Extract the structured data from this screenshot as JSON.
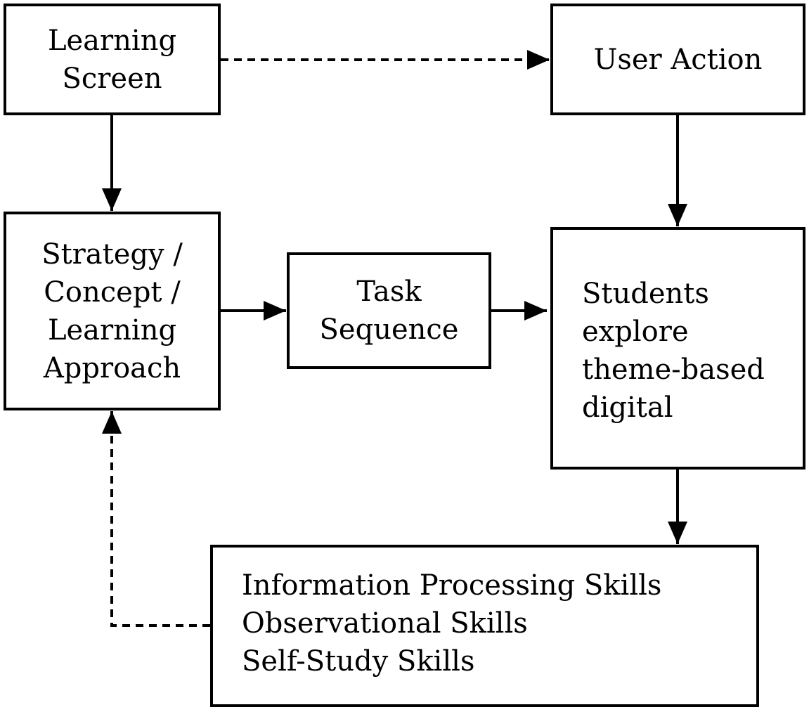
{
  "diagram": {
    "learning_screen": {
      "lines": [
        "Learning",
        "Screen"
      ]
    },
    "user_action": {
      "lines": [
        "User Action"
      ]
    },
    "strategy": {
      "lines": [
        "Strategy /",
        "Concept /",
        "Learning",
        "Approach"
      ]
    },
    "task_sequence": {
      "lines": [
        "Task",
        "Sequence"
      ]
    },
    "students": {
      "lines": [
        "Students",
        "explore",
        "theme-based",
        "digital"
      ]
    },
    "skills": {
      "lines": [
        "Information Processing Skills",
        "Observational Skills",
        "Self-Study Skills"
      ]
    }
  }
}
